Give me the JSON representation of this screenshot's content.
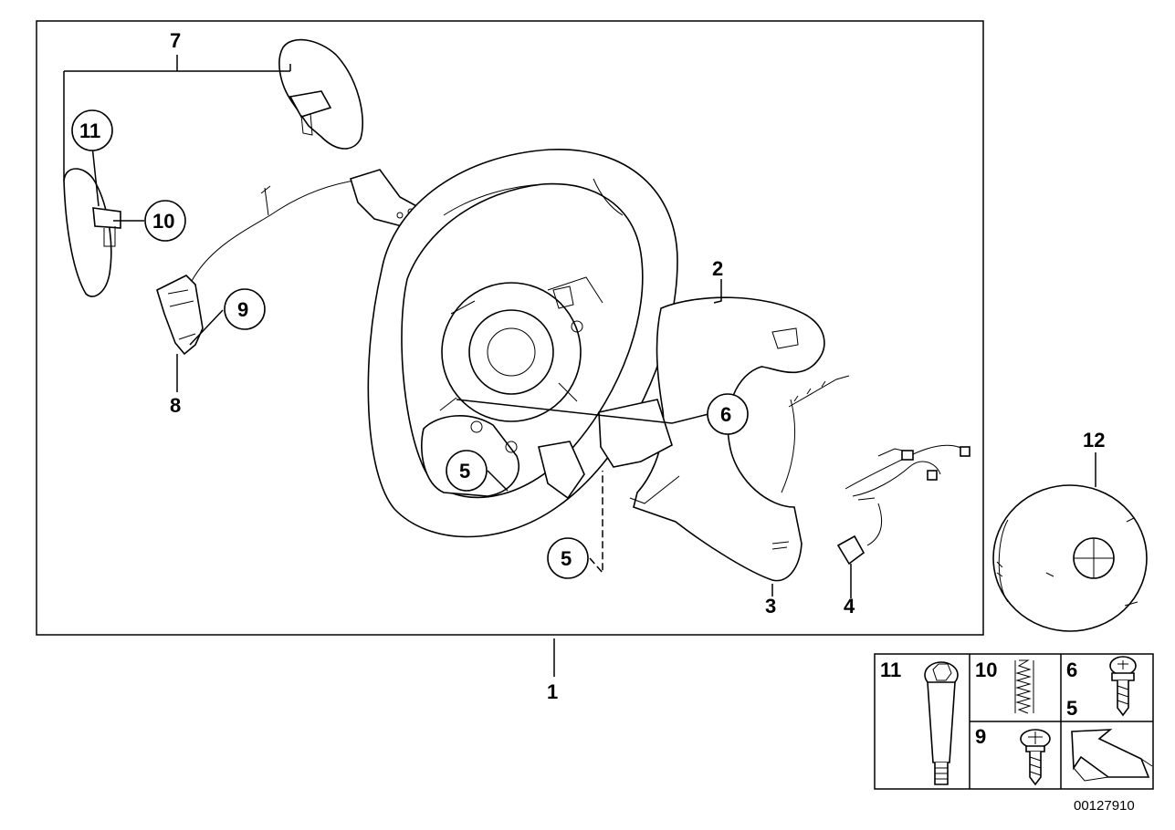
{
  "callouts": {
    "c1": "1",
    "c2": "2",
    "c3": "3",
    "c4": "4",
    "c5a": "5",
    "c5b": "5",
    "c6": "6",
    "c7": "7",
    "c8": "8",
    "c9": "9",
    "c10": "10",
    "c11": "11",
    "c12": "12"
  },
  "legend": {
    "cell_11": "11",
    "cell_10": "10",
    "cell_6": "6",
    "cell_5": "5",
    "cell_9": "9"
  },
  "diagram_code": "00127910"
}
